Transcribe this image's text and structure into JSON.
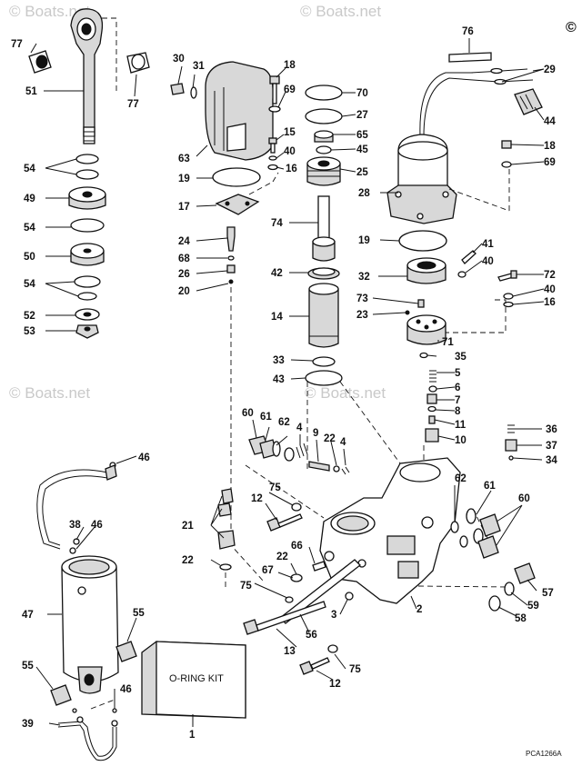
{
  "watermark": {
    "text": "© Boats.net"
  },
  "corner_mark": "©",
  "kit_label": "O-RING KIT",
  "drawing_code": "PCA1266A",
  "part_labels": [
    {
      "id": "p77a",
      "text": "77"
    },
    {
      "id": "p51",
      "text": "51"
    },
    {
      "id": "p77b",
      "text": "77"
    },
    {
      "id": "p54a",
      "text": "54"
    },
    {
      "id": "p49",
      "text": "49"
    },
    {
      "id": "p54b",
      "text": "54"
    },
    {
      "id": "p50",
      "text": "50"
    },
    {
      "id": "p54c",
      "text": "54"
    },
    {
      "id": "p52",
      "text": "52"
    },
    {
      "id": "p53",
      "text": "53"
    },
    {
      "id": "p30",
      "text": "30"
    },
    {
      "id": "p31",
      "text": "31"
    },
    {
      "id": "p18a",
      "text": "18"
    },
    {
      "id": "p69a",
      "text": "69"
    },
    {
      "id": "p63",
      "text": "63"
    },
    {
      "id": "p15",
      "text": "15"
    },
    {
      "id": "p40a",
      "text": "40"
    },
    {
      "id": "p16a",
      "text": "16"
    },
    {
      "id": "p19a",
      "text": "19"
    },
    {
      "id": "p17",
      "text": "17"
    },
    {
      "id": "p24",
      "text": "24"
    },
    {
      "id": "p68",
      "text": "68"
    },
    {
      "id": "p26",
      "text": "26"
    },
    {
      "id": "p20",
      "text": "20"
    },
    {
      "id": "p70",
      "text": "70"
    },
    {
      "id": "p27",
      "text": "27"
    },
    {
      "id": "p65",
      "text": "65"
    },
    {
      "id": "p45",
      "text": "45"
    },
    {
      "id": "p25",
      "text": "25"
    },
    {
      "id": "p74",
      "text": "74"
    },
    {
      "id": "p42",
      "text": "42"
    },
    {
      "id": "p14",
      "text": "14"
    },
    {
      "id": "p33",
      "text": "33"
    },
    {
      "id": "p43",
      "text": "43"
    },
    {
      "id": "p76",
      "text": "76"
    },
    {
      "id": "p29",
      "text": "29"
    },
    {
      "id": "p44",
      "text": "44"
    },
    {
      "id": "p18b",
      "text": "18"
    },
    {
      "id": "p69b",
      "text": "69"
    },
    {
      "id": "p28",
      "text": "28"
    },
    {
      "id": "p19b",
      "text": "19"
    },
    {
      "id": "p41",
      "text": "41"
    },
    {
      "id": "p40b",
      "text": "40"
    },
    {
      "id": "p32",
      "text": "32"
    },
    {
      "id": "p72",
      "text": "72"
    },
    {
      "id": "p40c",
      "text": "40"
    },
    {
      "id": "p16b",
      "text": "16"
    },
    {
      "id": "p73",
      "text": "73"
    },
    {
      "id": "p23",
      "text": "23"
    },
    {
      "id": "p71",
      "text": "71"
    },
    {
      "id": "p35",
      "text": "35"
    },
    {
      "id": "p5",
      "text": "5"
    },
    {
      "id": "p6",
      "text": "6"
    },
    {
      "id": "p7",
      "text": "7"
    },
    {
      "id": "p8",
      "text": "8"
    },
    {
      "id": "p11",
      "text": "11"
    },
    {
      "id": "p10",
      "text": "10"
    },
    {
      "id": "p36",
      "text": "36"
    },
    {
      "id": "p37",
      "text": "37"
    },
    {
      "id": "p34",
      "text": "34"
    },
    {
      "id": "p60a",
      "text": "60"
    },
    {
      "id": "p61a",
      "text": "61"
    },
    {
      "id": "p62a",
      "text": "62"
    },
    {
      "id": "p4a",
      "text": "4"
    },
    {
      "id": "p9",
      "text": "9"
    },
    {
      "id": "p22a",
      "text": "22"
    },
    {
      "id": "p4b",
      "text": "4"
    },
    {
      "id": "p62b",
      "text": "62"
    },
    {
      "id": "p61b",
      "text": "61"
    },
    {
      "id": "p60b",
      "text": "60"
    },
    {
      "id": "p46a",
      "text": "46"
    },
    {
      "id": "p75a",
      "text": "75"
    },
    {
      "id": "p12a",
      "text": "12"
    },
    {
      "id": "p21",
      "text": "21"
    },
    {
      "id": "p38",
      "text": "38"
    },
    {
      "id": "p46b",
      "text": "46"
    },
    {
      "id": "p22b",
      "text": "22"
    },
    {
      "id": "p66",
      "text": "66"
    },
    {
      "id": "p22c",
      "text": "22"
    },
    {
      "id": "p67",
      "text": "67"
    },
    {
      "id": "p75b",
      "text": "75"
    },
    {
      "id": "p47",
      "text": "47"
    },
    {
      "id": "p3",
      "text": "3"
    },
    {
      "id": "p2",
      "text": "2"
    },
    {
      "id": "p57",
      "text": "57"
    },
    {
      "id": "p59",
      "text": "59"
    },
    {
      "id": "p58",
      "text": "58"
    },
    {
      "id": "p55a",
      "text": "55"
    },
    {
      "id": "p56",
      "text": "56"
    },
    {
      "id": "p13",
      "text": "13"
    },
    {
      "id": "p75c",
      "text": "75"
    },
    {
      "id": "p12b",
      "text": "12"
    },
    {
      "id": "p55b",
      "text": "55"
    },
    {
      "id": "p46c",
      "text": "46"
    },
    {
      "id": "p39",
      "text": "39"
    },
    {
      "id": "p1",
      "text": "1"
    }
  ]
}
